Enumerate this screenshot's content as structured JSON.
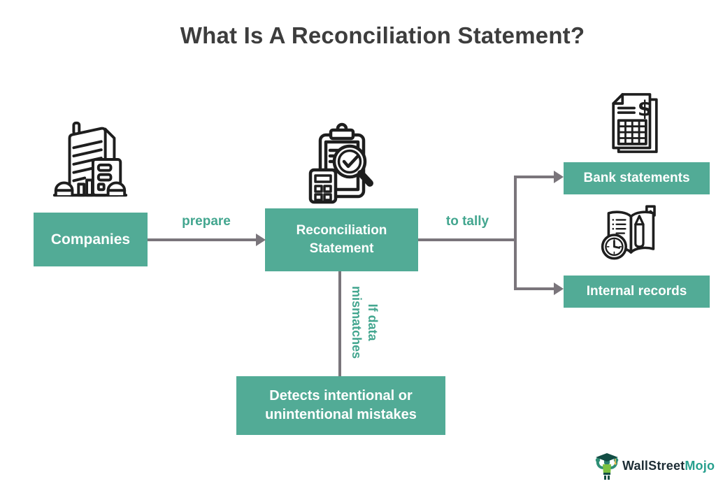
{
  "title": "What Is A Reconciliation Statement?",
  "colors": {
    "teal": "#52ab96",
    "label": "#43a68f",
    "arrow": "#7a757b",
    "title": "#3d3d3d",
    "ink": "#1e1e1e"
  },
  "nodes": {
    "companies": "Companies",
    "reconciliation": "Reconciliation Statement",
    "bank": "Bank statements",
    "internal": "Internal records",
    "detects": "Detects intentional or unintentional mistakes"
  },
  "edges": {
    "prepare": "prepare",
    "to_tally": "to tally",
    "if_data": "If data mismatches"
  },
  "icons": {
    "building": "building-icon",
    "reconciliation": "clipboard-calculator-magnifier-icon",
    "bank": "bank-statement-document-icon",
    "internal": "ledger-book-clock-pencil-icon",
    "mascot": "wallstreetmojo-mascot-icon"
  },
  "logo": {
    "brand_dark": "WallStreet",
    "brand_accent": "Mojo"
  }
}
